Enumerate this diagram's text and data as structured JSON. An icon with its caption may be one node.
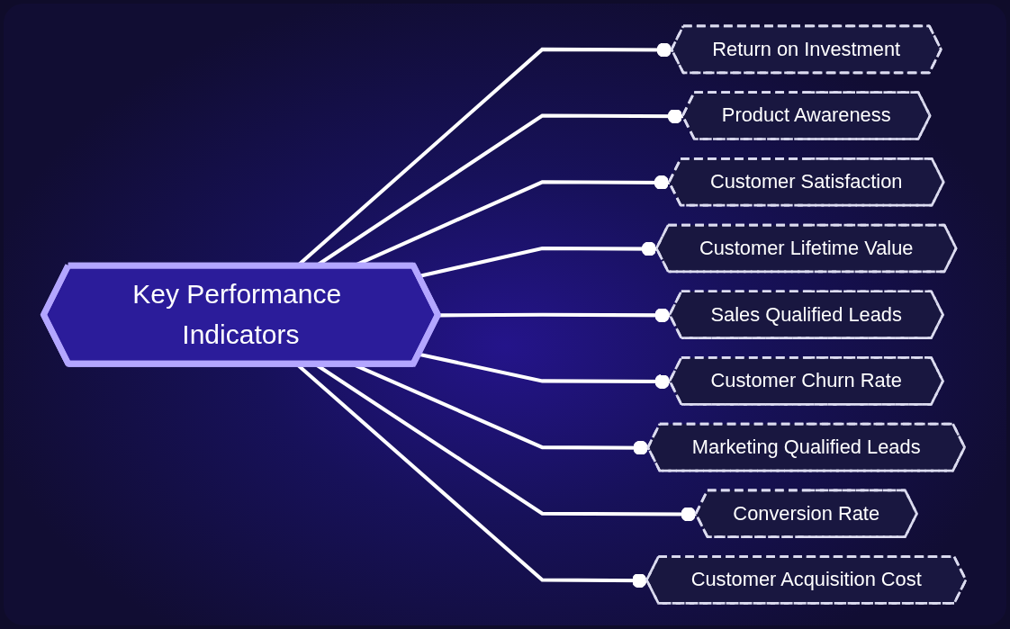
{
  "diagram": {
    "nodes": [
      {
        "text": [
          "Key Performance Indicators"
        ]
      },
      {
        "text": [
          "Return on Investment"
        ]
      },
      {
        "text": [
          "Product Awareness"
        ]
      },
      {
        "text": [
          "Customer Satisfaction"
        ]
      },
      {
        "text": [
          "Customer Lifetime Value"
        ]
      },
      {
        "text": [
          "Sales Qualified Leads"
        ]
      },
      {
        "text": [
          "Customer Churn Rate"
        ]
      },
      {
        "text": [
          "Marketing Qualified Leads"
        ]
      },
      {
        "text": [
          "Conversion Rate"
        ]
      },
      {
        "text": [
          "Customer Acquisition Cost"
        ]
      }
    ],
    "edges": [
      {
        "from": 0,
        "to": 1,
        "arrow": "other"
      },
      {
        "from": 0,
        "to": 2,
        "arrow": "other"
      },
      {
        "from": 0,
        "to": 3,
        "arrow": "other"
      },
      {
        "from": 0,
        "to": 4,
        "arrow": "other"
      },
      {
        "from": 0,
        "to": 5,
        "arrow": "other"
      },
      {
        "from": 0,
        "to": 6,
        "arrow": "other"
      },
      {
        "from": 0,
        "to": 7,
        "arrow": "other"
      },
      {
        "from": 0,
        "to": 8,
        "arrow": "other"
      },
      {
        "from": 0,
        "to": 9,
        "arrow": "other"
      }
    ]
  }
}
